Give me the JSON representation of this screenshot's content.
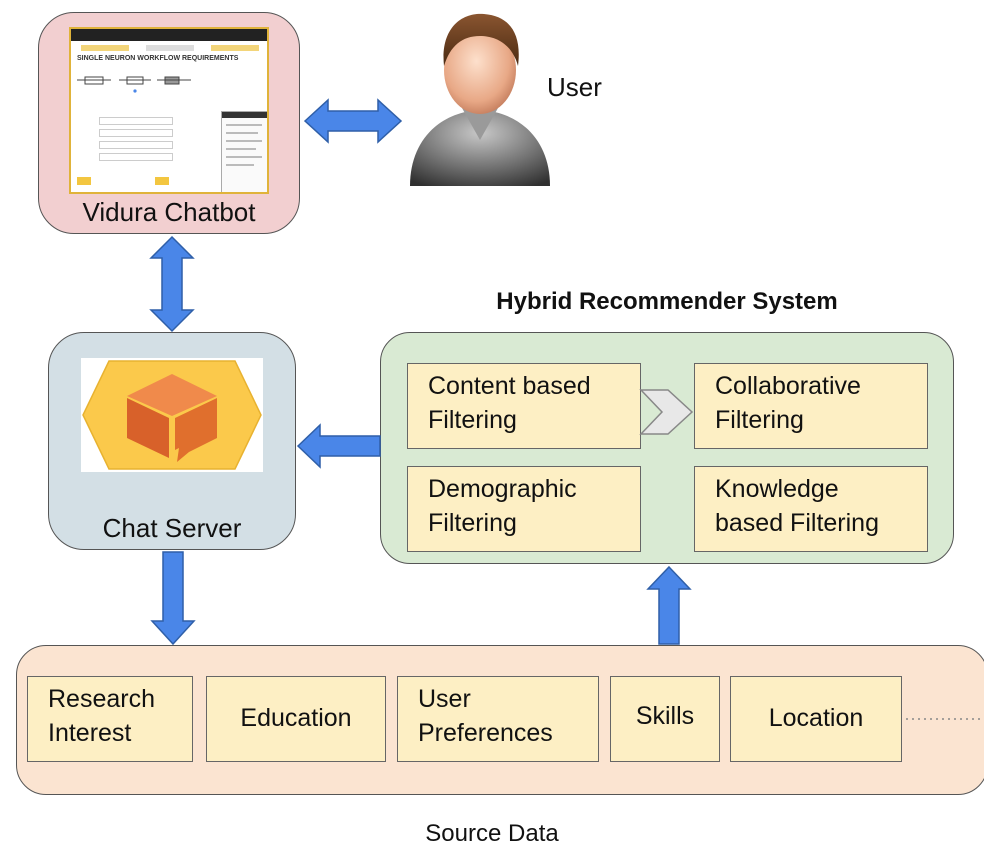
{
  "nodes": {
    "chatbot": {
      "label": "Vidura Chatbot"
    },
    "user": {
      "label": "User"
    },
    "server": {
      "label": "Chat Server"
    },
    "hybrid": {
      "title": "Hybrid Recommender System",
      "methods": [
        [
          "Content based",
          "Filtering"
        ],
        [
          "Collaborative",
          "Filtering"
        ],
        [
          "Demographic",
          "Filtering"
        ],
        [
          "Knowledge",
          "based Filtering"
        ]
      ]
    },
    "source": {
      "label": "Source Data",
      "items": [
        [
          "Research",
          "Interest"
        ],
        [
          "Education"
        ],
        [
          "User",
          "Preferences"
        ],
        [
          "Skills"
        ],
        [
          "Location"
        ]
      ]
    }
  },
  "screenshot": {
    "heading": "SINGLE NEURON WORKFLOW REQUIREMENTS"
  },
  "colors": {
    "chatbot_bg": "#f2cfd0",
    "server_bg": "#d3dfe5",
    "hybrid_bg": "#d9ead3",
    "source_bg": "#fbe4d1",
    "box_bg": "#fdefc4",
    "arrow": "#4a86e8",
    "arrow_border": "#2f5fa8",
    "logo_orange": "#e06f2d",
    "logo_yellow": "#fbc94b"
  }
}
